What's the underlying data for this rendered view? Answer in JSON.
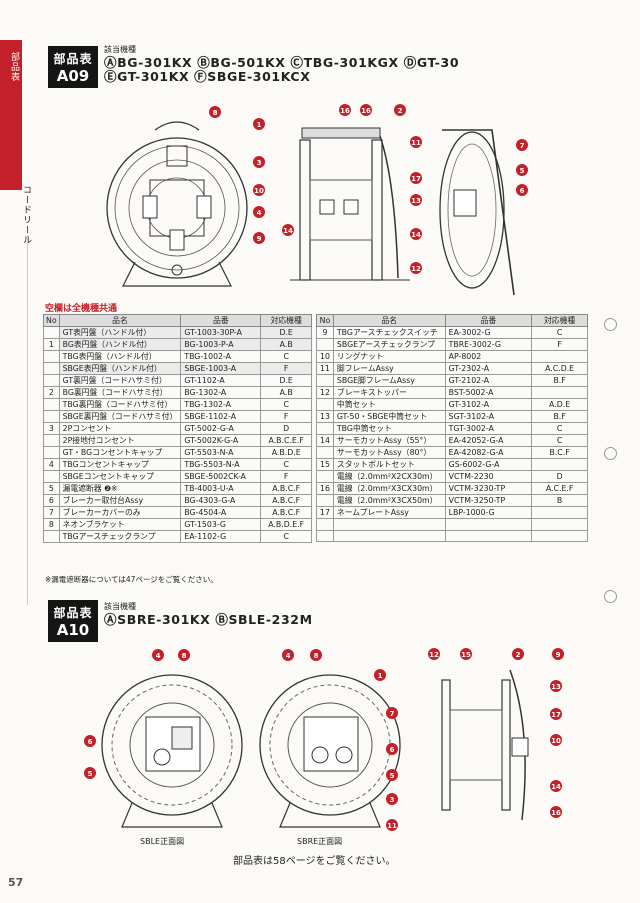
{
  "side": {
    "tab_text": "部品表",
    "label": "コードリール"
  },
  "a09": {
    "badge_top": "部品表",
    "badge_code": "A09",
    "models_label": "該当機種",
    "models_line1": "ⒶBG-301KX ⒷBG-501KX ⒸTBG-301KGX ⒹGT-30",
    "models_line2": "ⒺGT-301KX ⒻSBGE-301KCX"
  },
  "section_note": "空欄は全機種共通",
  "table_headers": {
    "no": "No",
    "name": "品名",
    "part": "品番",
    "model": "対応機種"
  },
  "left_rows": [
    {
      "no": "",
      "name": "GT表円盤（ハンドル付）",
      "part": "GT-1003-30P-A",
      "model": "D.E",
      "shade": true
    },
    {
      "no": "1",
      "name": "BG表円盤（ハンドル付）",
      "part": "BG-1003-P-A",
      "model": "A.B",
      "shade": true
    },
    {
      "no": "",
      "name": "TBG表円盤（ハンドル付）",
      "part": "TBG-1002-A",
      "model": "C",
      "shade": false
    },
    {
      "no": "",
      "name": "SBGE表円盤（ハンドル付）",
      "part": "SBGE-1003-A",
      "model": "F",
      "shade": true
    },
    {
      "no": "",
      "name": "GT裏円盤（コードハサミ付）",
      "part": "GT-1102-A",
      "model": "D.E",
      "shade": false
    },
    {
      "no": "2",
      "name": "BG裏円盤（コードハサミ付）",
      "part": "BG-1302-A",
      "model": "A.B",
      "shade": false
    },
    {
      "no": "",
      "name": "TBG裏円盤（コードハサミ付）",
      "part": "TBG-1302-A",
      "model": "C",
      "shade": false
    },
    {
      "no": "",
      "name": "SBGE裏円盤（コードハサミ付）",
      "part": "SBGE-1102-A",
      "model": "F",
      "shade": false
    },
    {
      "no": "3",
      "name": "2Pコンセント",
      "part": "GT-5002-G-A",
      "model": "D",
      "shade": false
    },
    {
      "no": "",
      "name": "2P接地付コンセント",
      "part": "GT-5002K-G-A",
      "model": "A.B.C.E.F",
      "shade": false
    },
    {
      "no": "",
      "name": "GT・BGコンセントキャップ",
      "part": "GT-5503-N-A",
      "model": "A.B.D.E",
      "shade": false
    },
    {
      "no": "4",
      "name": "TBGコンセントキャップ",
      "part": "TBG-5503-N-A",
      "model": "C",
      "shade": false
    },
    {
      "no": "",
      "name": "SBGEコンセントキャップ",
      "part": "SBGE-5002CK-A",
      "model": "F",
      "shade": false
    },
    {
      "no": "5",
      "name": "漏電遮断器 ❷※",
      "part": "TB-4003-U-A",
      "model": "A.B.C.F",
      "shade": false
    },
    {
      "no": "6",
      "name": "ブレーカー取付台Assy",
      "part": "BG-4303-G-A",
      "model": "A.B.C.F",
      "shade": false
    },
    {
      "no": "7",
      "name": "ブレーカーカバーのみ",
      "part": "BG-4504-A",
      "model": "A.B.C.F",
      "shade": false
    },
    {
      "no": "8",
      "name": "ネオンブラケット",
      "part": "GT-1503-G",
      "model": "A.B.D.E.F",
      "shade": false
    },
    {
      "no": "",
      "name": "TBGアースチェックランプ",
      "part": "EA-1102-G",
      "model": "C",
      "shade": false
    }
  ],
  "right_rows": [
    {
      "no": "9",
      "name": "TBGアースチェックスイッチ",
      "part": "EA-3002-G",
      "model": "C"
    },
    {
      "no": "",
      "name": "SBGEアースチェックランプ",
      "part": "TBRE-3002-G",
      "model": "F"
    },
    {
      "no": "10",
      "name": "リングナット",
      "part": "AP-8002",
      "model": ""
    },
    {
      "no": "11",
      "name": "脚フレームAssy",
      "part": "GT-2302-A",
      "model": "A.C.D.E"
    },
    {
      "no": "",
      "name": "SBGE脚フレームAssy",
      "part": "GT-2102-A",
      "model": "B.F"
    },
    {
      "no": "12",
      "name": "ブレーキストッパー",
      "part": "BST-5002-A",
      "model": ""
    },
    {
      "no": "",
      "name": "中筒セット",
      "part": "GT-3102-A",
      "model": "A.D.E"
    },
    {
      "no": "13",
      "name": "GT-50・SBGE中筒セット",
      "part": "SGT-3102-A",
      "model": "B.F"
    },
    {
      "no": "",
      "name": "TBG中筒セット",
      "part": "TGT-3002-A",
      "model": "C"
    },
    {
      "no": "14",
      "name": "サーモカットAssy（55°）",
      "part": "EA-42052-G-A",
      "model": "C"
    },
    {
      "no": "",
      "name": "サーモカットAssy（80°）",
      "part": "EA-42082-G-A",
      "model": "B.C.F"
    },
    {
      "no": "15",
      "name": "スタットボルトセット",
      "part": "GS-6002-G-A",
      "model": ""
    },
    {
      "no": "",
      "name": "電線（2.0mm²X2CX30m）",
      "part": "VCTM-2230",
      "model": "D"
    },
    {
      "no": "16",
      "name": "電線（2.0mm²X3CX30m）",
      "part": "VCTM-3230-TP",
      "model": "A.C.E.F"
    },
    {
      "no": "",
      "name": "電線（2.0mm²X3CX50m）",
      "part": "VCTM-3250-TP",
      "model": "B"
    },
    {
      "no": "17",
      "name": "ネームプレートAssy",
      "part": "LBP-1000-G",
      "model": ""
    },
    {
      "no": "",
      "name": "",
      "part": "",
      "model": ""
    },
    {
      "no": "",
      "name": "",
      "part": "",
      "model": ""
    }
  ],
  "footnote": "※漏電遮断器については47ページをご覧ください。",
  "a10": {
    "badge_top": "部品表",
    "badge_code": "A10",
    "models_label": "該当機種",
    "models_line1": "ⒶSBRE-301KX ⒷSBLE-232M"
  },
  "captions": {
    "left": "SBLE正面図",
    "right": "SBRE正面図"
  },
  "bottom_note": "部品表は58ページをご覧ください。",
  "page_number": "57",
  "callouts_top": [
    "8",
    "1",
    "3",
    "10",
    "4",
    "9",
    "16",
    "16",
    "2",
    "11",
    "17",
    "13",
    "14",
    "14",
    "12",
    "7",
    "5",
    "6"
  ],
  "callouts_bottom": [
    "4",
    "8",
    "6",
    "5",
    "4",
    "8",
    "1",
    "7",
    "6",
    "5",
    "3",
    "11",
    "12",
    "15",
    "2",
    "9",
    "13",
    "17",
    "10",
    "14",
    "16"
  ]
}
